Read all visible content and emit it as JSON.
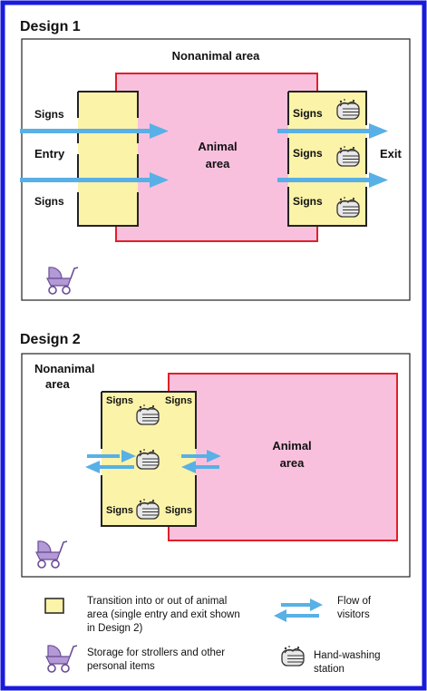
{
  "design1": {
    "title": "Design 1",
    "nonanimal_label": "Nonanimal area",
    "animal_label_line1": "Animal",
    "animal_label_line2": "area",
    "entry_label": "Entry",
    "exit_label": "Exit",
    "entry_signs": [
      "Signs",
      "Signs"
    ],
    "exit_signs": [
      "Signs",
      "Signs",
      "Signs"
    ]
  },
  "design2": {
    "title": "Design 2",
    "nonanimal_label_line1": "Nonanimal",
    "nonanimal_label_line2": "area",
    "animal_label_line1": "Animal",
    "animal_label_line2": "area",
    "signs": [
      "Signs",
      "Signs",
      "Signs",
      "Signs"
    ]
  },
  "legend": {
    "transition_line1": "Transition into or out of animal",
    "transition_line2": "area (single entry and exit shown",
    "transition_line3": "in Design 2)",
    "flow_line1": "Flow of",
    "flow_line2": "visitors",
    "storage_line1": "Storage for strollers and other",
    "storage_line2": "personal items",
    "handwash_line1": "Hand-washing",
    "handwash_line2": "station"
  },
  "colors": {
    "border_blue": "#1a1adc",
    "animal_fill": "#f9c0de",
    "animal_stroke": "#e0202a",
    "transition_fill": "#fbf3a8",
    "arrow_blue": "#58b0e6",
    "stroller_purple": "#9a78c0"
  },
  "icons": [
    "hand-washing-icon",
    "stroller-icon",
    "flow-arrow-icon"
  ]
}
